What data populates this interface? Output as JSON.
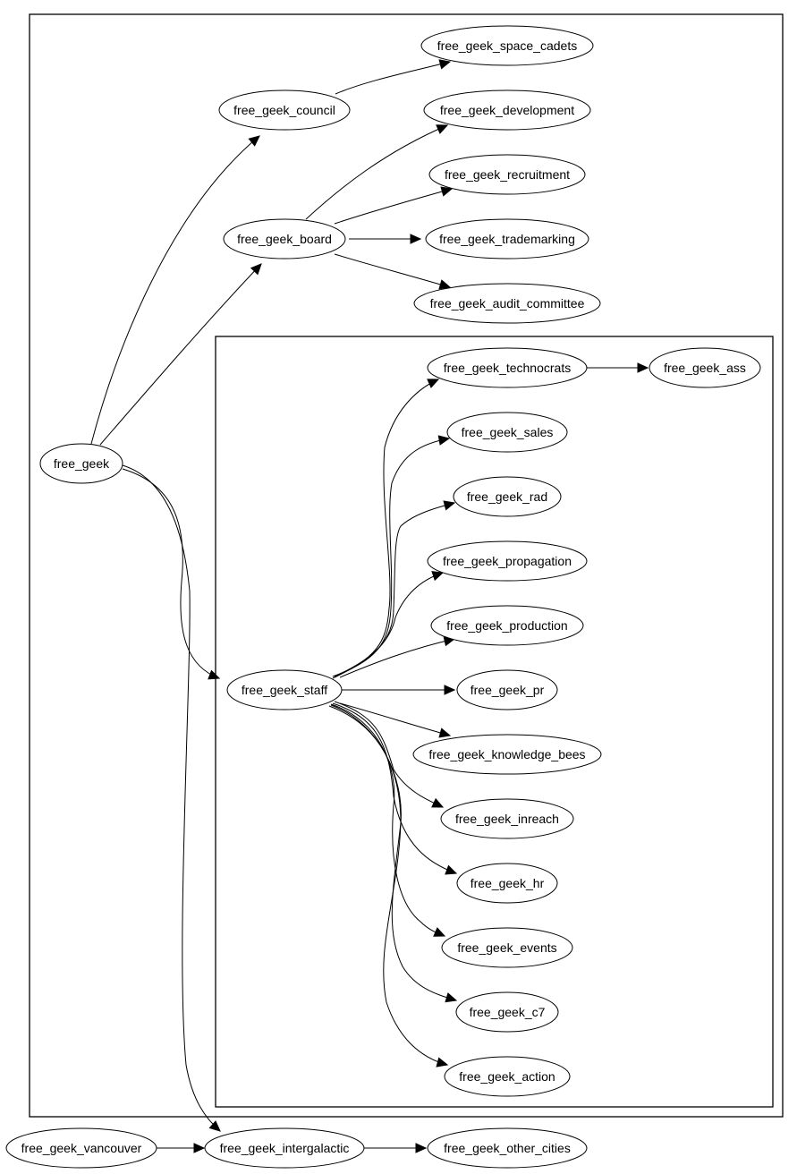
{
  "diagram": {
    "type": "directed-graph",
    "clusters": [
      {
        "id": "outer",
        "label": "",
        "members": [
          "free_geek",
          "free_geek_council",
          "free_geek_board",
          "free_geek_space_cadets",
          "free_geek_development",
          "free_geek_recruitment",
          "free_geek_trademarking",
          "free_geek_audit_committee",
          "staff_cluster"
        ]
      },
      {
        "id": "staff_cluster",
        "label": "",
        "members": [
          "free_geek_staff",
          "free_geek_technocrats",
          "free_geek_ass",
          "free_geek_sales",
          "free_geek_rad",
          "free_geek_propagation",
          "free_geek_production",
          "free_geek_pr",
          "free_geek_knowledge_bees",
          "free_geek_inreach",
          "free_geek_hr",
          "free_geek_events",
          "free_geek_c7",
          "free_geek_action"
        ]
      }
    ],
    "nodes": [
      {
        "id": "free_geek",
        "label": "free_geek"
      },
      {
        "id": "free_geek_council",
        "label": "free_geek_council"
      },
      {
        "id": "free_geek_board",
        "label": "free_geek_board"
      },
      {
        "id": "free_geek_space_cadets",
        "label": "free_geek_space_cadets"
      },
      {
        "id": "free_geek_development",
        "label": "free_geek_development"
      },
      {
        "id": "free_geek_recruitment",
        "label": "free_geek_recruitment"
      },
      {
        "id": "free_geek_trademarking",
        "label": "free_geek_trademarking"
      },
      {
        "id": "free_geek_audit_committee",
        "label": "free_geek_audit_committee"
      },
      {
        "id": "free_geek_staff",
        "label": "free_geek_staff"
      },
      {
        "id": "free_geek_technocrats",
        "label": "free_geek_technocrats"
      },
      {
        "id": "free_geek_ass",
        "label": "free_geek_ass"
      },
      {
        "id": "free_geek_sales",
        "label": "free_geek_sales"
      },
      {
        "id": "free_geek_rad",
        "label": "free_geek_rad"
      },
      {
        "id": "free_geek_propagation",
        "label": "free_geek_propagation"
      },
      {
        "id": "free_geek_production",
        "label": "free_geek_production"
      },
      {
        "id": "free_geek_pr",
        "label": "free_geek_pr"
      },
      {
        "id": "free_geek_knowledge_bees",
        "label": "free_geek_knowledge_bees"
      },
      {
        "id": "free_geek_inreach",
        "label": "free_geek_inreach"
      },
      {
        "id": "free_geek_hr",
        "label": "free_geek_hr"
      },
      {
        "id": "free_geek_events",
        "label": "free_geek_events"
      },
      {
        "id": "free_geek_c7",
        "label": "free_geek_c7"
      },
      {
        "id": "free_geek_action",
        "label": "free_geek_action"
      },
      {
        "id": "free_geek_vancouver",
        "label": "free_geek_vancouver"
      },
      {
        "id": "free_geek_intergalactic",
        "label": "free_geek_intergalactic"
      },
      {
        "id": "free_geek_other_cities",
        "label": "free_geek_other_cities"
      }
    ],
    "edges": [
      {
        "from": "free_geek",
        "to": "free_geek_council"
      },
      {
        "from": "free_geek",
        "to": "free_geek_board"
      },
      {
        "from": "free_geek",
        "to": "free_geek_staff"
      },
      {
        "from": "free_geek",
        "to": "free_geek_intergalactic"
      },
      {
        "from": "free_geek_council",
        "to": "free_geek_space_cadets"
      },
      {
        "from": "free_geek_board",
        "to": "free_geek_development"
      },
      {
        "from": "free_geek_board",
        "to": "free_geek_recruitment"
      },
      {
        "from": "free_geek_board",
        "to": "free_geek_trademarking"
      },
      {
        "from": "free_geek_board",
        "to": "free_geek_audit_committee"
      },
      {
        "from": "free_geek_staff",
        "to": "free_geek_technocrats"
      },
      {
        "from": "free_geek_staff",
        "to": "free_geek_sales"
      },
      {
        "from": "free_geek_staff",
        "to": "free_geek_rad"
      },
      {
        "from": "free_geek_staff",
        "to": "free_geek_propagation"
      },
      {
        "from": "free_geek_staff",
        "to": "free_geek_production"
      },
      {
        "from": "free_geek_staff",
        "to": "free_geek_pr"
      },
      {
        "from": "free_geek_staff",
        "to": "free_geek_knowledge_bees"
      },
      {
        "from": "free_geek_staff",
        "to": "free_geek_inreach"
      },
      {
        "from": "free_geek_staff",
        "to": "free_geek_hr"
      },
      {
        "from": "free_geek_staff",
        "to": "free_geek_events"
      },
      {
        "from": "free_geek_staff",
        "to": "free_geek_c7"
      },
      {
        "from": "free_geek_staff",
        "to": "free_geek_action"
      },
      {
        "from": "free_geek_technocrats",
        "to": "free_geek_ass"
      },
      {
        "from": "free_geek_vancouver",
        "to": "free_geek_intergalactic"
      },
      {
        "from": "free_geek_intergalactic",
        "to": "free_geek_other_cities"
      }
    ]
  }
}
